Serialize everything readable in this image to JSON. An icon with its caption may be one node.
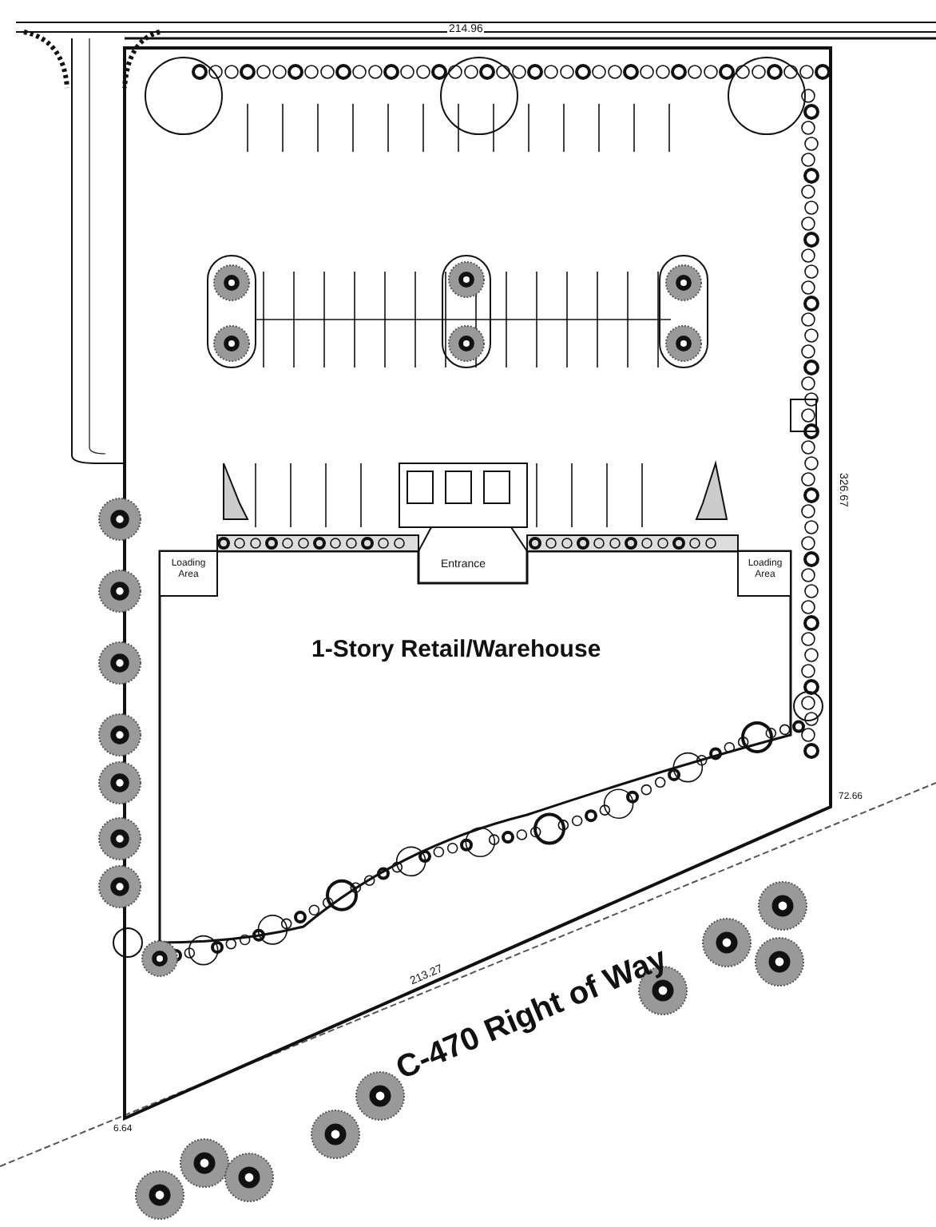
{
  "diagram": {
    "labels": [
      "214.96",
      "Loading Area",
      "Entrance",
      "Loading Area",
      "326.67",
      "1-Story Retail/Warehouse",
      "72.66",
      "213.27",
      "C-470 Right of Way",
      "6.64"
    ]
  }
}
